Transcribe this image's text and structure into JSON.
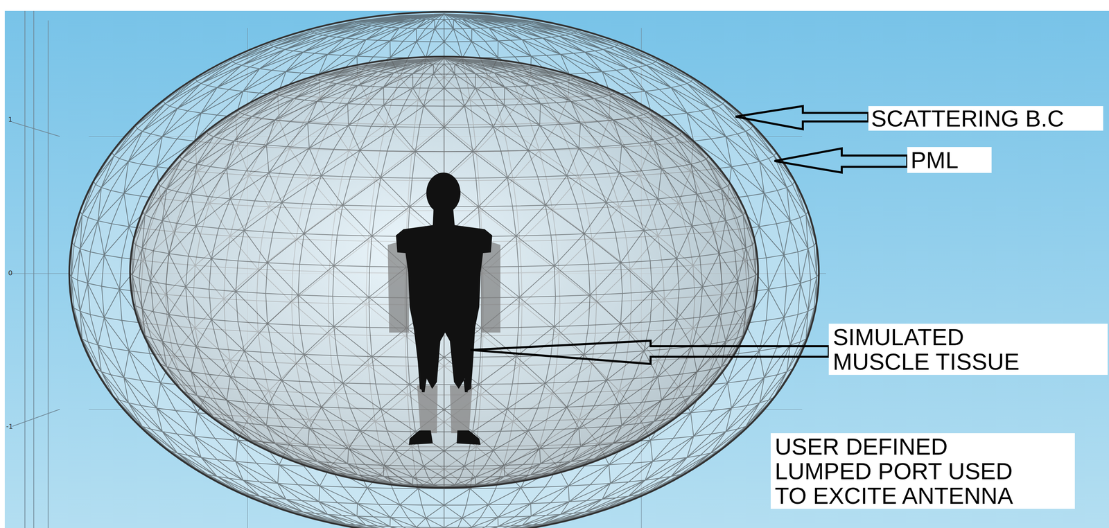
{
  "diagram": {
    "nodes": [
      {
        "text": [
          "SCATTERING B.C"
        ]
      },
      {
        "text": [
          "PML"
        ]
      },
      {
        "text": [
          "SIMULATED MUSCLE TISSUE"
        ]
      },
      {
        "text": [
          "USER DEFINED LUMPED PORT USED TO EXCITE ANTENNA"
        ]
      }
    ],
    "labels": [
      "1",
      "0",
      "-1"
    ]
  }
}
